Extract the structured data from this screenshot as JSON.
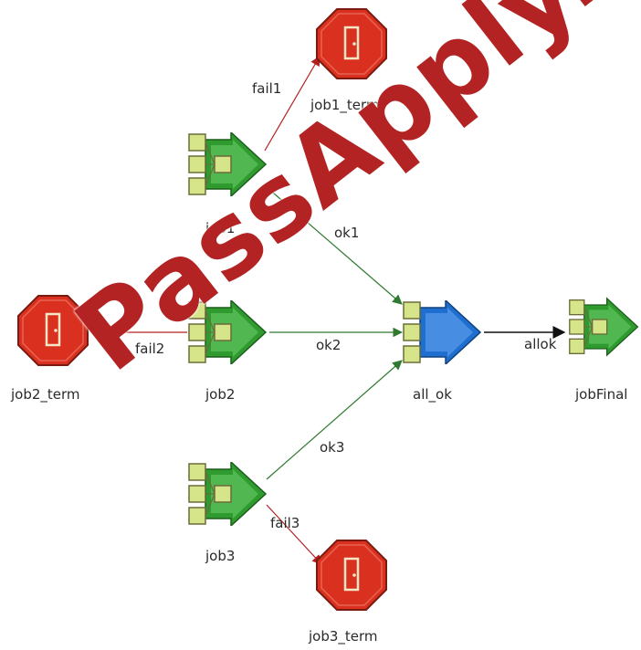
{
  "nodes": {
    "job1": "job1",
    "job2": "job2",
    "job3": "job3",
    "all_ok": "all_ok",
    "jobFinal": "jobFinal",
    "job1_term": "job1_term",
    "job2_term": "job2_term",
    "job3_term": "job3_term"
  },
  "edges": {
    "fail1": "fail1",
    "fail2": "fail2",
    "fail3": "fail3",
    "ok1": "ok1",
    "ok2": "ok2",
    "ok3": "ok3",
    "allok": "allok"
  },
  "watermark": "PassApply.com",
  "colors": {
    "job_box": "#d6e58a",
    "job_arrow": "#2f9b2f",
    "hub_arrow": "#1f6fd0",
    "term_fill": "#d9301f",
    "fail_edge": "#b22020",
    "ok_edge": "#2f7a2f",
    "final_edge": "#111111",
    "watermark": "#b32323"
  }
}
